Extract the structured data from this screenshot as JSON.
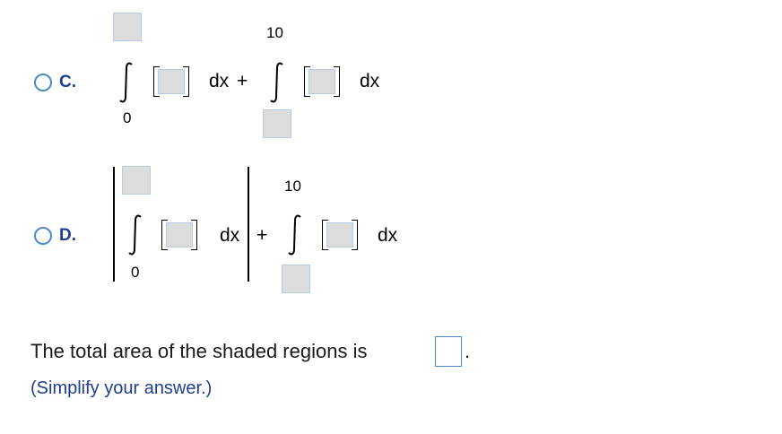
{
  "option_c": {
    "letter": "C.",
    "term1": {
      "lower": "0",
      "differential": "dx"
    },
    "plus": "+",
    "term2": {
      "upper": "10",
      "differential": "dx"
    }
  },
  "option_d": {
    "letter": "D.",
    "term1": {
      "lower": "0",
      "differential": "dx"
    },
    "plus": "+",
    "term2": {
      "upper": "10",
      "differential": "dx"
    }
  },
  "answer": {
    "prompt": "The total area of the shaded regions is",
    "period": ".",
    "hint": "(Simplify your answer.)"
  },
  "colors": {
    "radio_border": "#4e88c7",
    "option_letter": "#1f3d8f",
    "input_fill": "#dcdcdc",
    "hint_text": "#1f3d8f"
  }
}
